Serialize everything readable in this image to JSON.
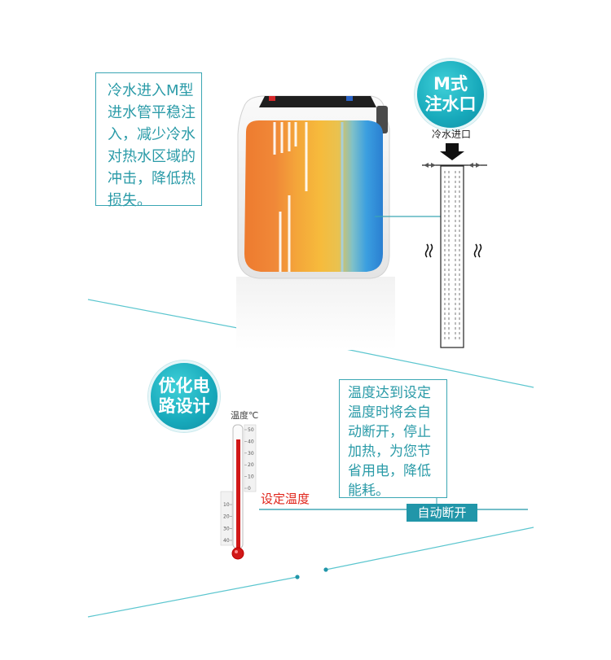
{
  "callout_inlet": {
    "lines": [
      "冷水进入M型",
      "进水管平稳注",
      "入，减少冷水",
      "对热水区域的",
      "冲击，降低热",
      "损失。"
    ]
  },
  "badge_m_inlet": {
    "line1": "M式",
    "line2": "注水口"
  },
  "cold_inlet_label": "冷水进口",
  "badge_circuit": {
    "line1": "优化电",
    "line2": "路设计"
  },
  "thermometer_label": "温度℃",
  "thermometer_upper_ticks": [
    "50",
    "40",
    "30",
    "20",
    "10",
    "0"
  ],
  "thermometer_lower_ticks": [
    "10",
    "20",
    "30",
    "40"
  ],
  "set_temperature_label": "设定温度",
  "auto_off_label": "自动断开",
  "callout_temp": {
    "lines": [
      "温度达到设定",
      "温度时将会自",
      "动断开，停止",
      "加热，为您节",
      "省用电，降低",
      "能耗。"
    ]
  },
  "colors": {
    "accent": "#2196a9",
    "callout_text": "#2b9ba8",
    "warning_red": "#e0251b"
  }
}
